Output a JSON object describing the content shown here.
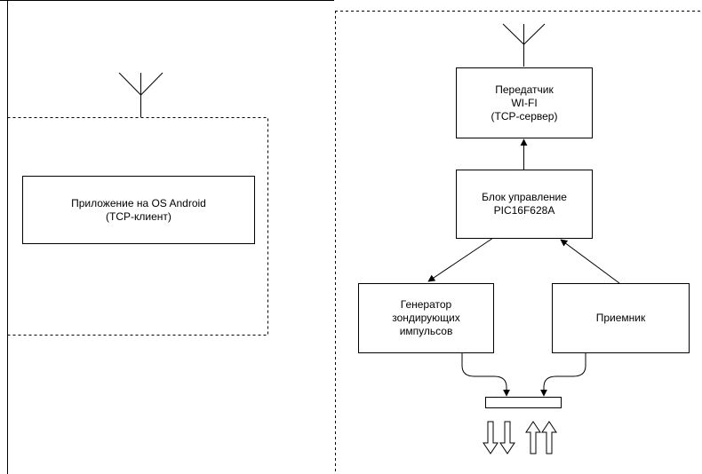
{
  "diagram": {
    "boxes": {
      "android_app": {
        "text": "Приложение на OS Android\n(TCP-клиент)"
      },
      "wifi_tx": {
        "text": "Передатчик\nWI-FI\n(TCP-сервер)"
      },
      "control": {
        "text": "Блок управление\nPIC16F628A"
      },
      "generator": {
        "text": "Генератор\nзондирующих\nимпульсов"
      },
      "receiver": {
        "text": "Приемник"
      }
    }
  }
}
